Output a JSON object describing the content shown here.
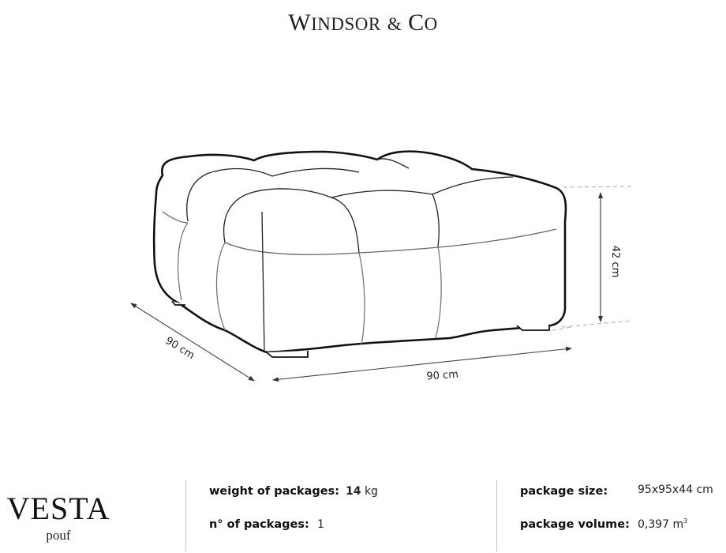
{
  "brand": {
    "name_initial": "W",
    "name_rest": "INDSOR",
    "ampersand": "&",
    "co_initial": "C",
    "co_rest": "O",
    "full": "WINDSOR & CO"
  },
  "dimensions": {
    "height": "42 cm",
    "width": "90 cm",
    "depth": "90 cm"
  },
  "product": {
    "name": "VESTA",
    "type": "pouf"
  },
  "specs": {
    "weight_label": "weight of packages:",
    "weight_value": "14",
    "weight_unit": "kg",
    "count_label": "n° of packages:",
    "count_value": "1",
    "size_label": "package size:",
    "size_value": "95x95x44 cm",
    "volume_label": "package volume:",
    "volume_value": "0,397 m",
    "volume_sup": "3"
  },
  "colors": {
    "outline": "#111111",
    "seam": "#555555",
    "dim_line": "#444444",
    "divider": "#c8c8c8"
  }
}
